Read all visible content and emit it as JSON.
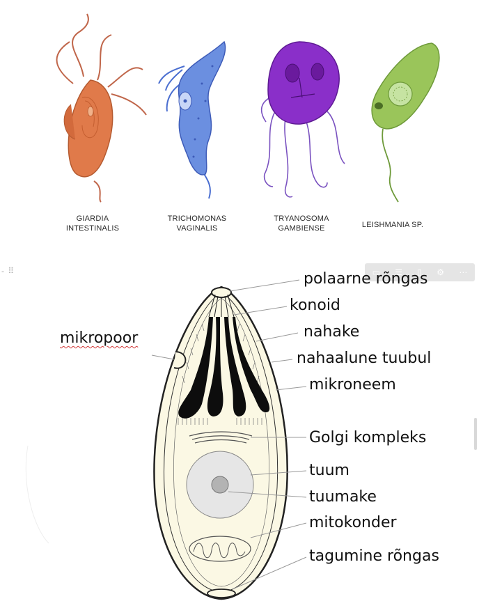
{
  "organisms": [
    {
      "line1": "GIARDIA",
      "line2": "INTESTINALIS"
    },
    {
      "line1": "TRICHOMONAS",
      "line2": "VAGINALIS"
    },
    {
      "line1": "TRYANOSOMA",
      "line2": "GAMBIENSE"
    },
    {
      "line1": "LEISHMANIA SP.",
      "line2": ""
    }
  ],
  "cell_labels": {
    "polar_ring": "polaarne rõngas",
    "conoid": "konoid",
    "pellicle": "nahake",
    "subpellicular_tubule": "nahaalune tuubul",
    "microneme": "mikroneem",
    "golgi": "Golgi kompleks",
    "nucleus": "tuum",
    "nucleolus": "tuumake",
    "mitochondrion": "mitokonder",
    "posterior_ring": "tagumine rõngas",
    "micropore": "mikropoor"
  },
  "colors": {
    "giardia": "#e07a4a",
    "trichomonas": "#6b8fe0",
    "trypanosoma": "#8a2fc9",
    "leishmania": "#9ac55a",
    "cell_fill": "#fbf8e4"
  }
}
